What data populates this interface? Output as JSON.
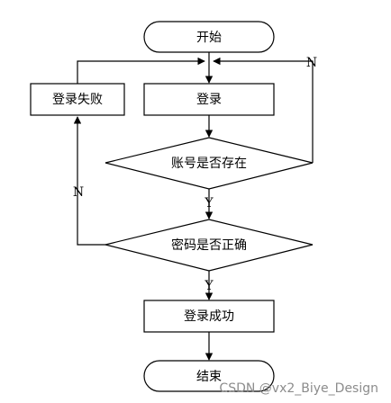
{
  "flowchart": {
    "start": "开始",
    "login": "登录",
    "login_failed": "登录失败",
    "check_account": "账号是否存在",
    "check_password": "密码是否正确",
    "login_success": "登录成功",
    "end": "结束",
    "yes_label_1": "Y",
    "yes_label_2": "Y",
    "no_label_account": "N",
    "no_label_password": "N"
  },
  "watermark": "CSDN @vx2_Biye_Design",
  "colors": {
    "stroke": "#000000",
    "background": "#ffffff",
    "watermark": "#8c8c8c"
  }
}
